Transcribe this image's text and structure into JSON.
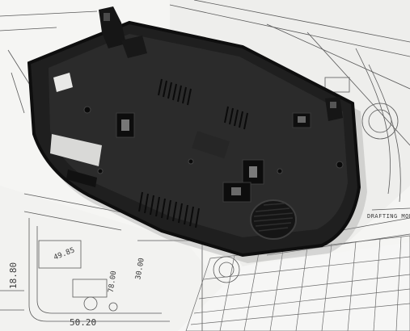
{
  "photo": {
    "subject": "instrument-cluster-rear-housing",
    "colors": {
      "paper": "#f4f4f2",
      "ink": "#4a4a4a",
      "plastic_dark": "#1c1c1c",
      "plastic_mid": "#2a2a2a",
      "plastic_light": "#3b3b3b"
    }
  },
  "drawing_text": {
    "dim_18_80": "18.80",
    "dim_50_20": "50.20",
    "dim_78_00": "78.00",
    "dim_30_00": "30.00",
    "dim_49_85": "49.85",
    "part_label": "DRAFTING MODE"
  }
}
